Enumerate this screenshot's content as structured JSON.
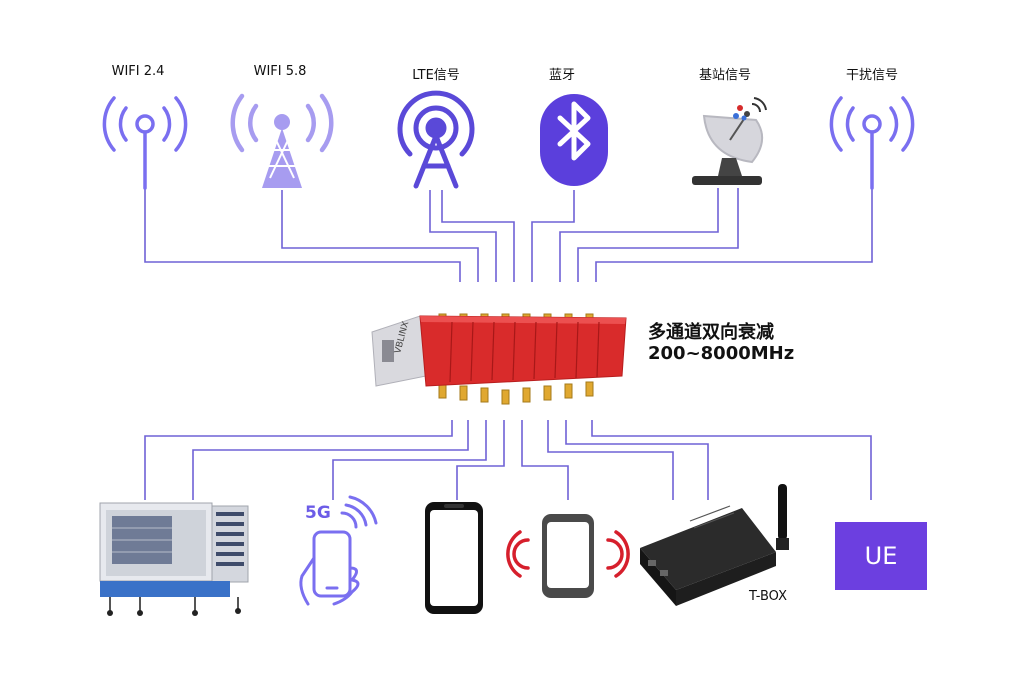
{
  "signals": [
    {
      "label": "WIFI 2.4",
      "icon": "wifi-2.4-antenna-icon"
    },
    {
      "label": "WIFI 5.8",
      "icon": "wifi-5.8-tower-icon"
    },
    {
      "label": "LTE信号",
      "icon": "lte-tower-icon"
    },
    {
      "label": "蓝牙",
      "icon": "bluetooth-icon"
    },
    {
      "label": "基站信号",
      "icon": "satellite-dish-icon"
    },
    {
      "label": "干扰信号",
      "icon": "interference-antenna-icon"
    }
  ],
  "device": {
    "title": "多通道双向衰减",
    "range": "200~8000MHz",
    "brand": "VBLINX",
    "color": "#d92b2b"
  },
  "endpoints": {
    "fiveg_label": "5G",
    "tbox_label": "T-BOX",
    "ue_label": "UE"
  },
  "colors": {
    "line": "#6f62d6",
    "icon": "#7a6ff0",
    "ue_bg": "#6c3fe0",
    "accent_red": "#d61f2c"
  }
}
